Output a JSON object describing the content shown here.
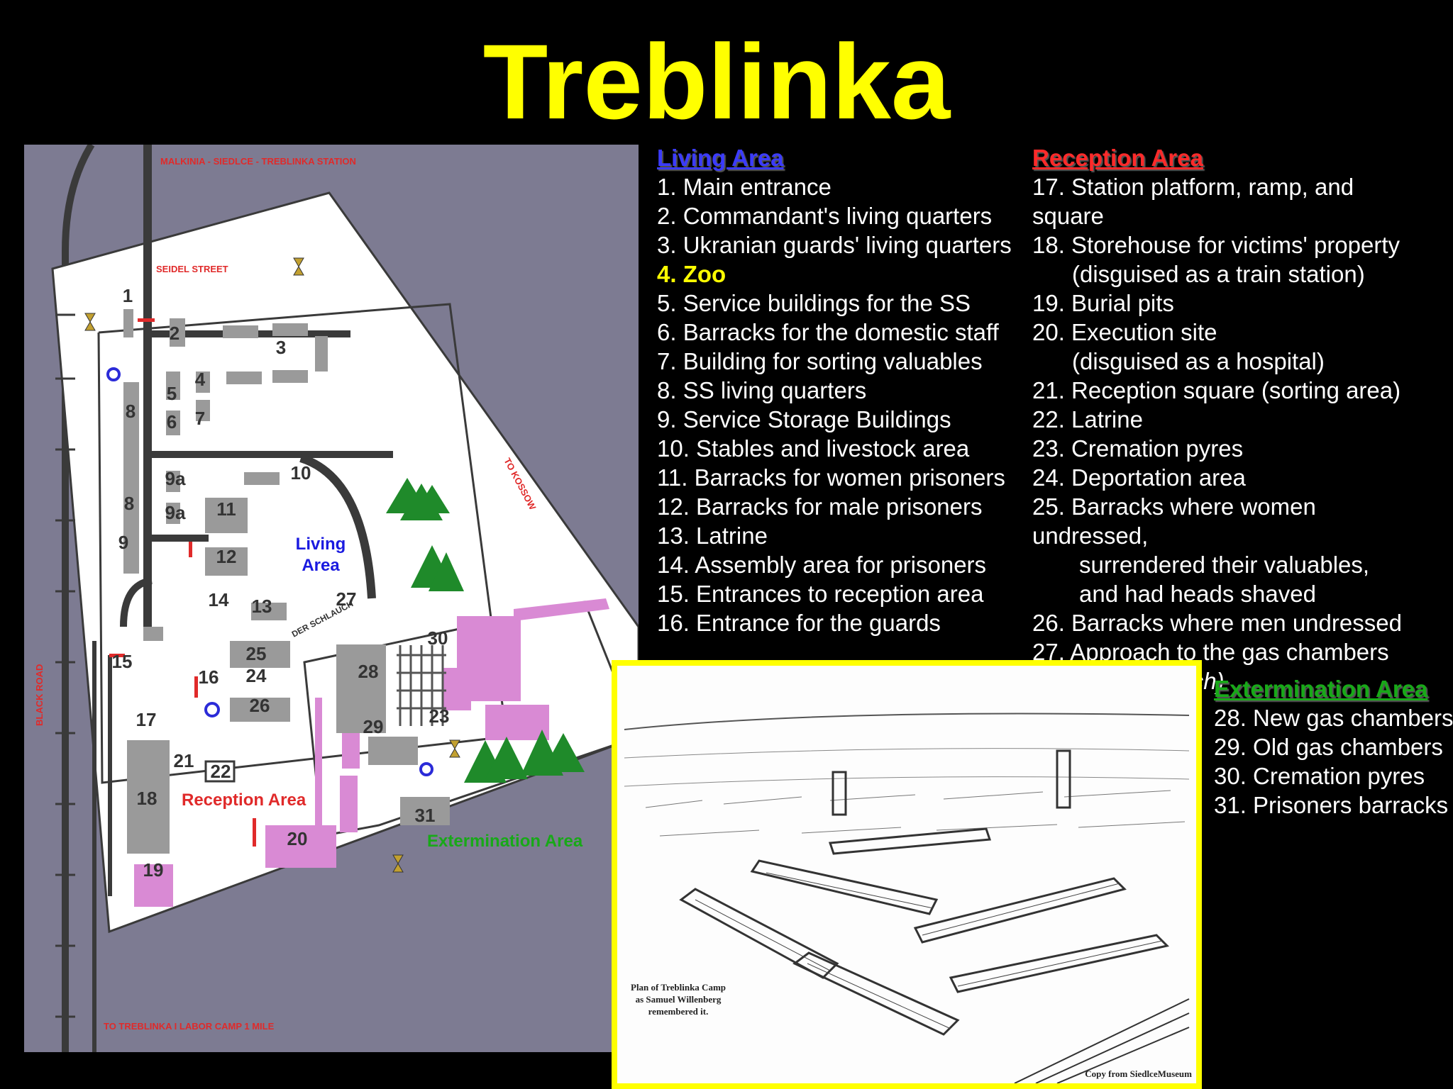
{
  "title": "Treblinka",
  "map": {
    "top_road": "MALKINIA - SIEDLCE - TREBLINKA STATION",
    "street": "SEIDEL STREET",
    "left_road": "BLACK ROAD",
    "right_road": "TO KOSSOW",
    "bottom_road": "TO TREBLINKA I LABOR CAMP 1 MILE",
    "schlauch": "DER SCHLAUCH",
    "living_area_line1": "Living",
    "living_area_line2": "Area",
    "reception_area": "Reception Area",
    "extermination_area": "Extermination Area",
    "numbers": [
      "1",
      "2",
      "3",
      "4",
      "5",
      "6",
      "7",
      "8",
      "8",
      "9",
      "9a",
      "9a",
      "10",
      "11",
      "12",
      "13",
      "14",
      "15",
      "16",
      "17",
      "18",
      "19",
      "20",
      "21",
      "22",
      "23",
      "24",
      "25",
      "26",
      "27",
      "28",
      "29",
      "30",
      "31"
    ],
    "colors": {
      "ground": "#7d7b92",
      "camp": "#ffffff",
      "building": "#9a9a9a",
      "pink": "#d98ad4",
      "tree": "#1f8a2a",
      "road": "#3a3a3a",
      "gate": "#e02a2a"
    }
  },
  "living": {
    "heading": "Living Area",
    "items": [
      "1. Main entrance",
      "2. Commandant's living quarters",
      "3. Ukranian guards' living quarters",
      "4. Zoo",
      "5. Service buildings for the SS",
      "6. Barracks for the domestic staff",
      "7. Building for sorting valuables",
      "8. SS living quarters",
      "9. Service Storage Buildings",
      "10. Stables and livestock area",
      "11. Barracks for women prisoners",
      "12. Barracks for male prisoners",
      "13. Latrine",
      "14. Assembly area for prisoners",
      "15. Entrances to reception area",
      "16. Entrance for the guards"
    ]
  },
  "reception": {
    "heading": "Reception Area",
    "lines": [
      "17. Station platform, ramp, and",
      "square",
      "18. Storehouse for victims' property",
      "(disguised as a train station)",
      "19. Burial pits",
      "20. Execution site",
      "(disguised as a hospital)",
      "21. Reception square (sorting area)",
      "22. Latrine",
      "23. Cremation pyres",
      "24. Deportation area",
      "25. Barracks where women",
      "undressed,",
      "surrendered their valuables,",
      "and had heads shaved",
      "26. Barracks where men undressed",
      "27. Approach to the gas chambers",
      "(der Schlauch)"
    ]
  },
  "extermination": {
    "heading": "Extermination Area",
    "items": [
      "28. New gas chambers",
      "29. Old gas chambers",
      "30. Cremation pyres",
      "31. Prisoners barracks"
    ]
  },
  "photo": {
    "caption_line1": "Plan of Treblinka Camp",
    "caption_line2": "as Samuel Willenberg",
    "caption_line3": "remembered it.",
    "credit": "Copy from SiedlceMuseum"
  }
}
